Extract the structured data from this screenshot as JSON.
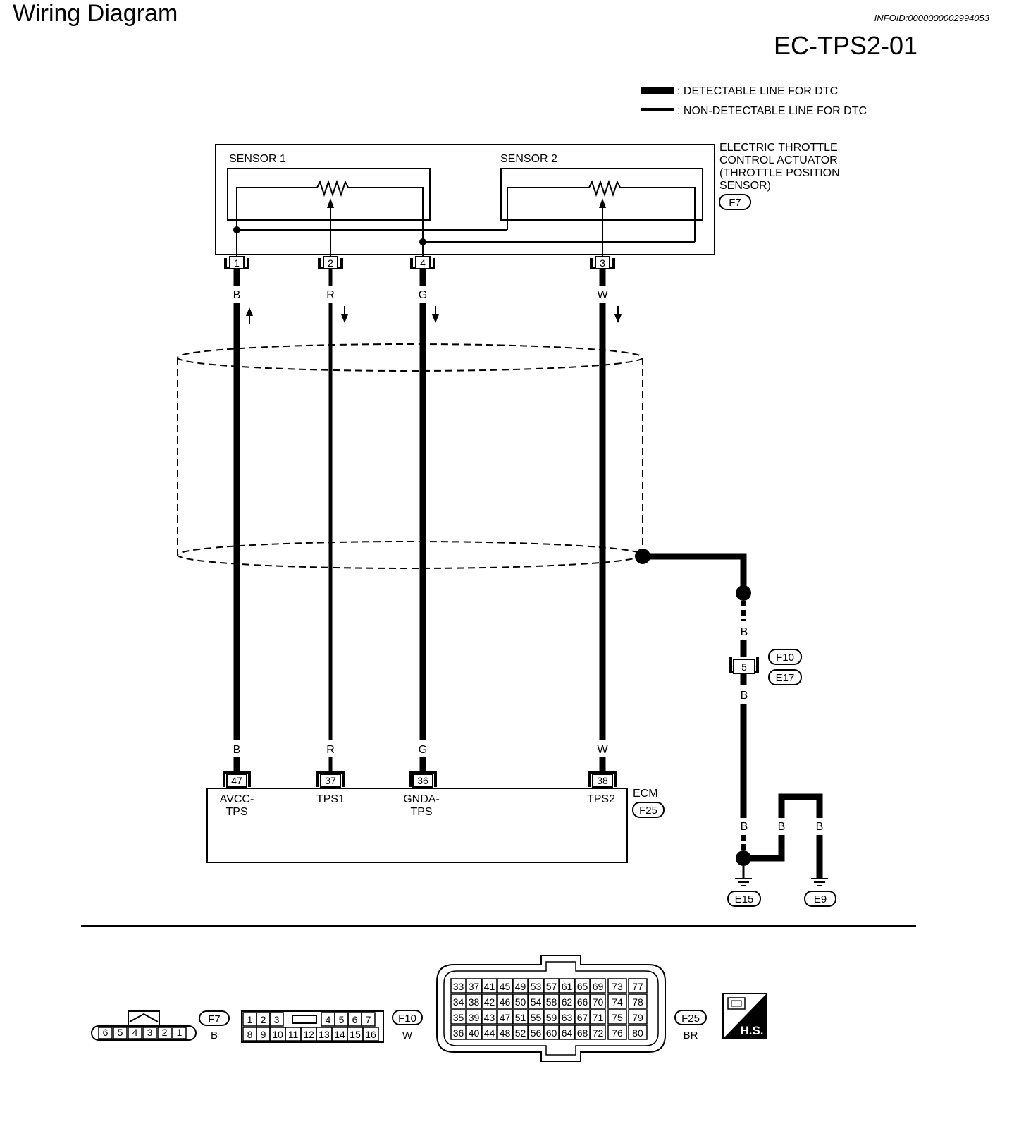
{
  "header": {
    "title": "Wiring Diagram",
    "info_id": "INFOID:0000000002994053",
    "diagram_code": "EC-TPS2-01"
  },
  "legend": {
    "detectable": ": DETECTABLE LINE FOR DTC",
    "non_detectable": ": NON-DETECTABLE LINE FOR DTC"
  },
  "actuator": {
    "title_lines": [
      "ELECTRIC THROTTLE",
      "CONTROL ACTUATOR",
      "(THROTTLE POSITION",
      "SENSOR)"
    ],
    "connector": "F7",
    "sensor1": "SENSOR 1",
    "sensor2": "SENSOR 2",
    "pins": [
      {
        "pin": "1",
        "color": "B",
        "ecm_pin": "47",
        "ecm_label": [
          "AVCC-",
          "TPS"
        ],
        "direction": "up"
      },
      {
        "pin": "2",
        "color": "R",
        "ecm_pin": "37",
        "ecm_label": [
          "TPS1"
        ],
        "direction": "down"
      },
      {
        "pin": "4",
        "color": "G",
        "ecm_pin": "36",
        "ecm_label": [
          "GNDA-",
          "TPS"
        ],
        "direction": "down"
      },
      {
        "pin": "3",
        "color": "W",
        "ecm_pin": "38",
        "ecm_label": [
          "TPS2"
        ],
        "direction": "down"
      }
    ]
  },
  "ecm": {
    "name": "ECM",
    "connector": "F25"
  },
  "shield_ground": {
    "wire_color_top": "B",
    "wire_color_bottom": "B",
    "joint_pin": "5",
    "joint_connectors": [
      "F10",
      "E17"
    ],
    "ground_wire_colors": [
      "B",
      "B",
      "B"
    ],
    "grounds": [
      "E15",
      "E9"
    ]
  },
  "connector_views": {
    "f7": {
      "id": "F7",
      "color": "B",
      "pins": [
        "6",
        "5",
        "4",
        "3",
        "2",
        "1"
      ]
    },
    "f10": {
      "id": "F10",
      "color": "W",
      "row1": [
        "1",
        "2",
        "3",
        "4",
        "5",
        "6",
        "7"
      ],
      "row2": [
        "8",
        "9",
        "10",
        "11",
        "12",
        "13",
        "14",
        "15",
        "16"
      ]
    },
    "f25": {
      "id": "F25",
      "color": "BR",
      "rows": [
        [
          "33",
          "37",
          "41",
          "45",
          "49",
          "53",
          "57",
          "61",
          "65",
          "69",
          "73",
          "77"
        ],
        [
          "34",
          "38",
          "42",
          "46",
          "50",
          "54",
          "58",
          "62",
          "66",
          "70",
          "74",
          "78"
        ],
        [
          "35",
          "39",
          "43",
          "47",
          "51",
          "55",
          "59",
          "63",
          "67",
          "71",
          "75",
          "79"
        ],
        [
          "36",
          "40",
          "44",
          "48",
          "52",
          "56",
          "60",
          "64",
          "68",
          "72",
          "76",
          "80"
        ]
      ]
    },
    "hs_label": "H.S."
  }
}
